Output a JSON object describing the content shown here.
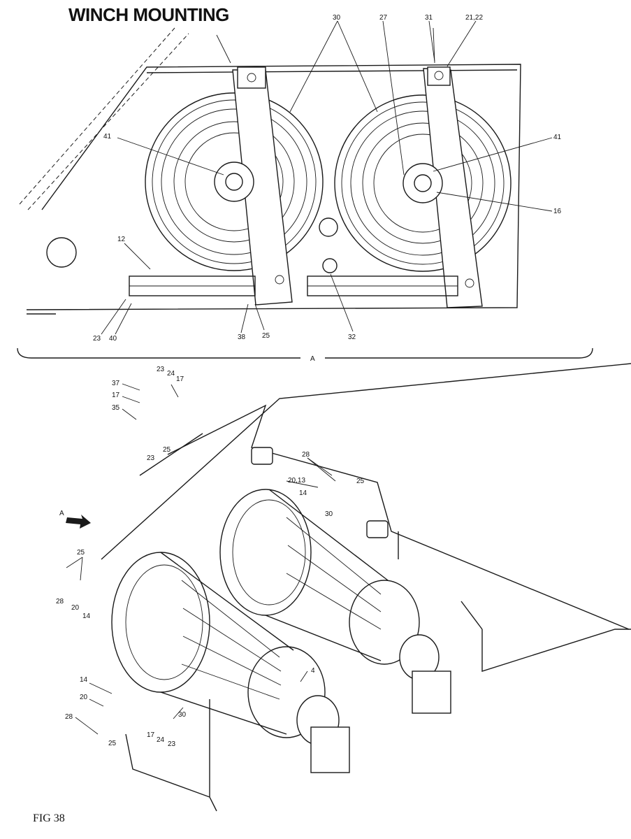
{
  "title": "WINCH MOUNTING",
  "figure_label": "FIG 38",
  "view_letter": "A",
  "arrow_label": "A",
  "top_callouts": [
    "30",
    "27",
    "31",
    "21,22",
    "41",
    "41",
    "16",
    "12",
    "23",
    "40",
    "38",
    "25",
    "32"
  ],
  "bottom_callouts": [
    "23",
    "24",
    "17",
    "37",
    "17",
    "35",
    "25",
    "23",
    "28",
    "20,13",
    "25",
    "14",
    "30",
    "25",
    "28",
    "20",
    "14",
    "14",
    "20",
    "28",
    "25",
    "30",
    "4",
    "17",
    "24",
    "23"
  ]
}
